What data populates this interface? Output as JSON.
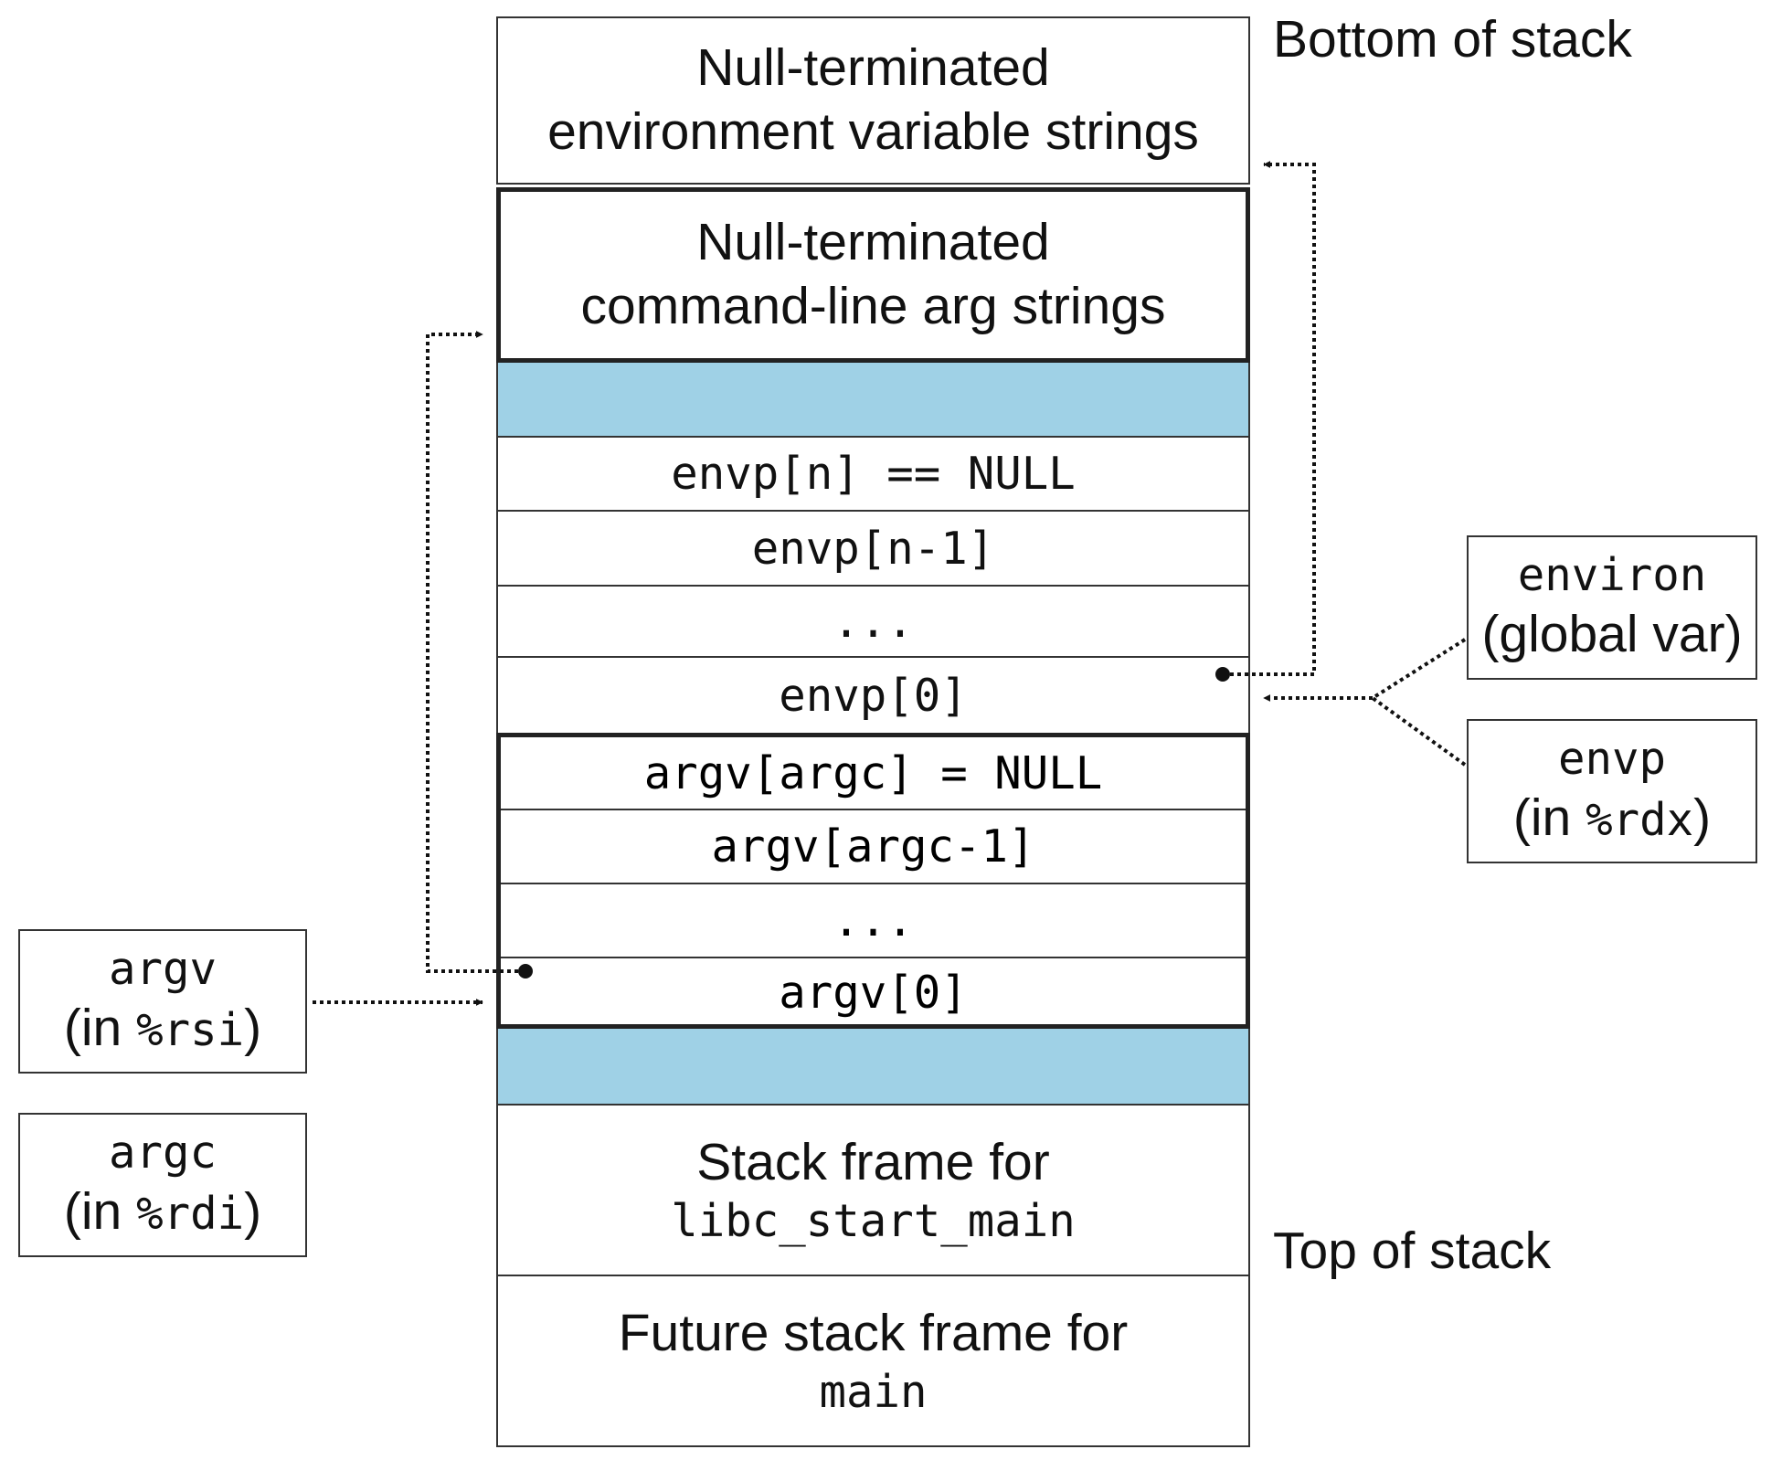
{
  "stack": {
    "env_strings": [
      "Null-terminated",
      "environment variable strings"
    ],
    "arg_strings": [
      "Null-terminated",
      "command-line arg strings"
    ],
    "envp_n": "envp[n] == NULL",
    "envp_n1": "envp[n-1]",
    "envp_dots": "...",
    "envp_0": "envp[0]",
    "argv_argc": "argv[argc] = NULL",
    "argv_argc1": "argv[argc-1]",
    "argv_dots": "...",
    "argv_0": "argv[0]",
    "libc_frame": {
      "text": "Stack frame for",
      "code": "libc_start_main"
    },
    "main_frame": {
      "text": "Future stack frame for",
      "code": "main"
    }
  },
  "labels": {
    "bottom": "Bottom of stack",
    "top": "Top of stack"
  },
  "registers": {
    "environ": {
      "name": "environ",
      "desc": "(global var)"
    },
    "envp": {
      "name": "envp",
      "pre": "(in ",
      "reg": "%rdx",
      "post": ")"
    },
    "argv": {
      "name": "argv",
      "pre": "(in ",
      "reg": "%rsi",
      "post": ")"
    },
    "argc": {
      "name": "argc",
      "pre": "(in ",
      "reg": "%rdi",
      "post": ")"
    }
  },
  "colors": {
    "padding_fill": "#9fd1e6",
    "border": "#333333"
  }
}
